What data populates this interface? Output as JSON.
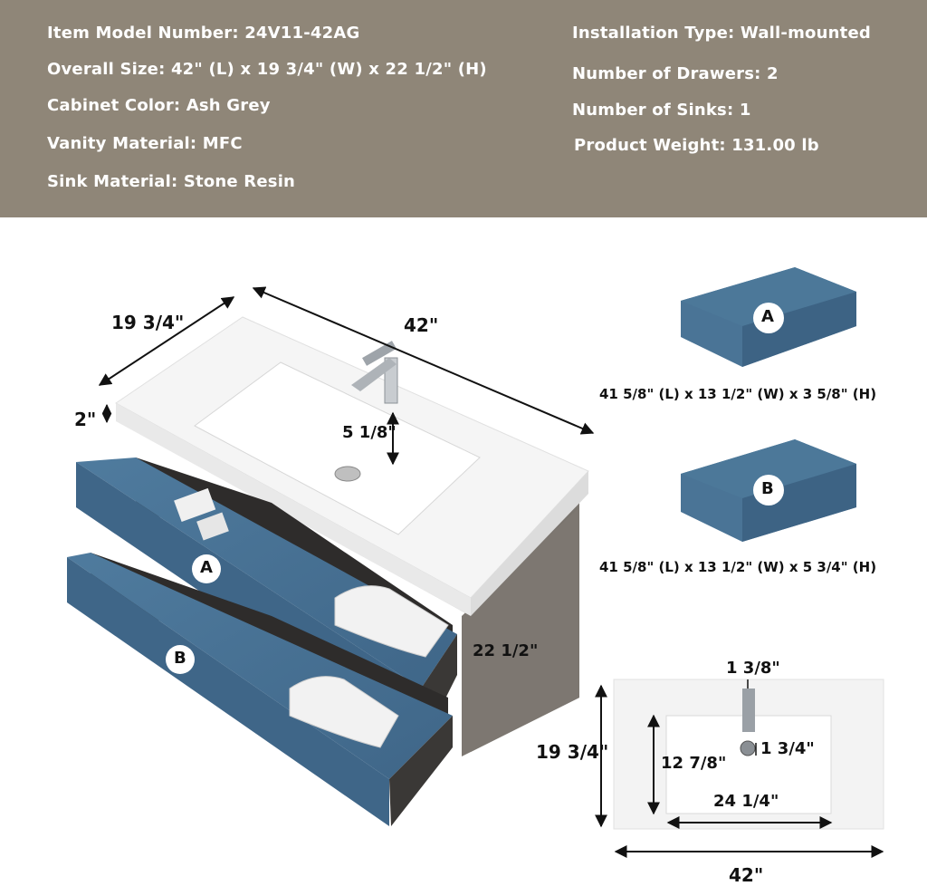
{
  "specs": {
    "model": "Item Model Number: 24V11-42AG",
    "size": "Overall Size: 42\" (L) x 19 3/4\" (W) x 22 1/2\" (H)",
    "color": "Cabinet Color: Ash Grey",
    "vanity_material": "Vanity Material: MFC",
    "sink_material": "Sink Material: Stone Resin",
    "installation": "Installation Type: Wall-mounted",
    "drawers": "Number of Drawers: 2",
    "sinks": "Number of Sinks: 1",
    "weight": "Product Weight: 131.00 lb"
  },
  "main_dims": {
    "depth": "19 3/4\"",
    "width": "42\"",
    "top_thickness": "2\"",
    "basin_depth": "5 1/8\"",
    "height": "22 1/2\""
  },
  "drawer_labels": {
    "a": "A",
    "b": "B"
  },
  "drawer_a": {
    "label": "A",
    "dims": "41 5/8\" (L) x 13 1/2\" (W) x 3 5/8\" (H)"
  },
  "drawer_b": {
    "label": "B",
    "dims": "41 5/8\" (L) x 13 1/2\" (W) x 5 3/4\" (H)"
  },
  "top_view": {
    "faucet_offset": "1 3/8\"",
    "depth": "19 3/4\"",
    "basin_depth": "12 7/8\"",
    "drain_offset": "1 3/4\"",
    "basin_width": "24 1/4\"",
    "width": "42\""
  },
  "colors": {
    "banner": "#8f8678",
    "drawer_blue": "#4a7496",
    "cabinet_grey": "#6e6a66",
    "sink_white": "#ffffff"
  }
}
